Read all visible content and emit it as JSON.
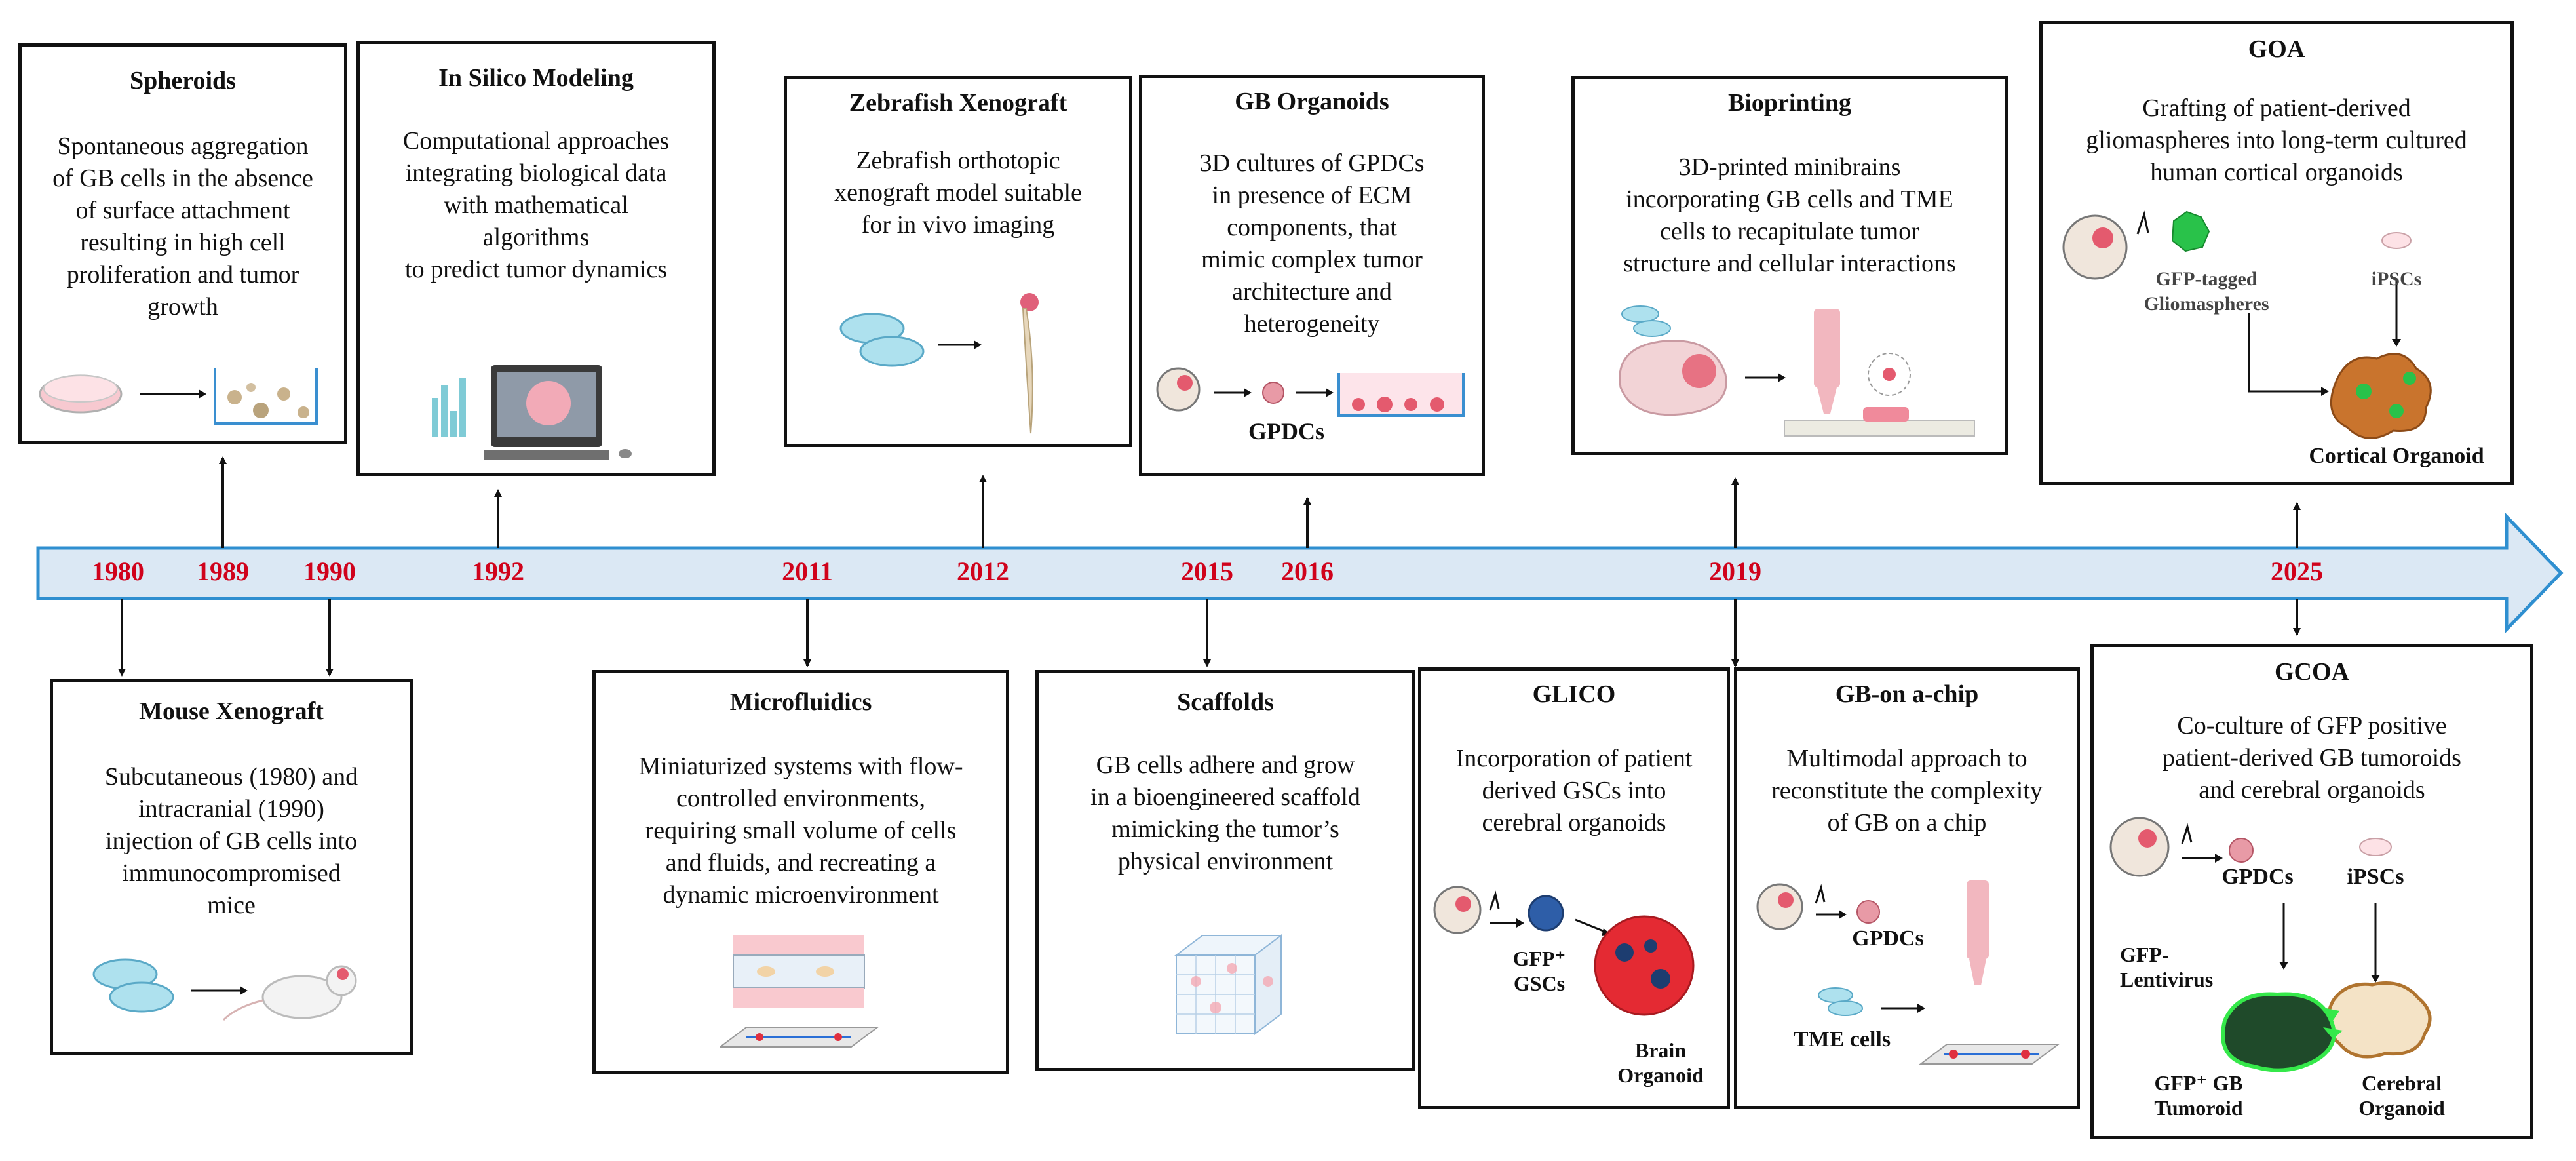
{
  "timeline": {
    "years": [
      {
        "id": "1980",
        "label": "1980"
      },
      {
        "id": "1989",
        "label": "1989"
      },
      {
        "id": "1990",
        "label": "1990"
      },
      {
        "id": "1992",
        "label": "1992"
      },
      {
        "id": "2011",
        "label": "2011"
      },
      {
        "id": "2012",
        "label": "2012"
      },
      {
        "id": "2015",
        "label": "2015"
      },
      {
        "id": "2016",
        "label": "2016"
      },
      {
        "id": "2019",
        "label": "2019"
      },
      {
        "id": "2025",
        "label": "2025"
      }
    ],
    "year_color": "#d0021b",
    "arrow_fill": "#dbe8f4",
    "arrow_stroke": "#2f8fd0"
  },
  "boxes": {
    "spheroids": {
      "title": "Spheroids",
      "desc": "Spontaneous aggregation\nof GB cells in the absence\nof surface attachment\nresulting in high cell\nproliferation and tumor\ngrowth"
    },
    "in_silico": {
      "title": "In Silico Modeling",
      "desc": "Computational approaches\nintegrating biological data\nwith mathematical\nalgorithms\nto predict tumor dynamics"
    },
    "zebrafish": {
      "title": "Zebrafish Xenograft",
      "desc": "Zebrafish orthotopic\nxenograft model suitable\nfor in vivo imaging"
    },
    "gb_organoids": {
      "title": "GB Organoids",
      "desc": "3D cultures of GPDCs\nin presence of ECM\ncomponents,  that\nmimic complex tumor\narchitecture and\nheterogeneity",
      "label_gpdcs": "GPDCs"
    },
    "bioprinting": {
      "title": "Bioprinting",
      "desc": "3D-printed minibrains\nincorporating GB cells and TME\ncells to recapitulate tumor\nstructure and cellular interactions"
    },
    "goa": {
      "title": "GOA",
      "desc": "Grafting of patient-derived\ngliomaspheres into long-term cultured\nhuman cortical organoids",
      "label_gfp": "GFP-tagged\nGliomaspheres",
      "label_ipscs": "iPSCs",
      "label_cortical": "Cortical Organoid"
    },
    "mouse": {
      "title": "Mouse Xenograft",
      "desc": "Subcutaneous  (1980) and\nintracranial (1990)\ninjection of GB cells into\nimmunocompromised\nmice"
    },
    "microfluidics": {
      "title": "Microfluidics",
      "desc": "Miniaturized systems with flow-\ncontrolled environments,\nrequiring small volume of cells\nand fluids, and recreating a\ndynamic microenvironment"
    },
    "scaffolds": {
      "title": "Scaffolds",
      "desc": "GB cells adhere and grow\nin a bioengineered scaffold\nmimicking the tumor’s\nphysical environment"
    },
    "glico": {
      "title": "GLICO",
      "desc": "Incorporation of patient\nderived GSCs into\ncerebral organoids",
      "label_gscs": "GFP⁺\nGSCs",
      "label_brain": "Brain\nOrganoid"
    },
    "gb_chip": {
      "title": "GB-on a-chip",
      "desc": "Multimodal approach to\nreconstitute the complexity\nof GB on a chip",
      "label_gpdcs": "GPDCs",
      "label_tme": "TME cells"
    },
    "gcoa": {
      "title": "GCOA",
      "desc": "Co-culture of  GFP positive\npatient-derived GB tumoroids\nand cerebral organoids",
      "label_gpdcs": "GPDCs",
      "label_ipscs": "iPSCs",
      "label_lenti": "GFP-\nLentivirus",
      "label_tumoroid": "GFP⁺ GB\nTumoroid",
      "label_cerebral": "Cerebral\nOrganoid"
    }
  }
}
